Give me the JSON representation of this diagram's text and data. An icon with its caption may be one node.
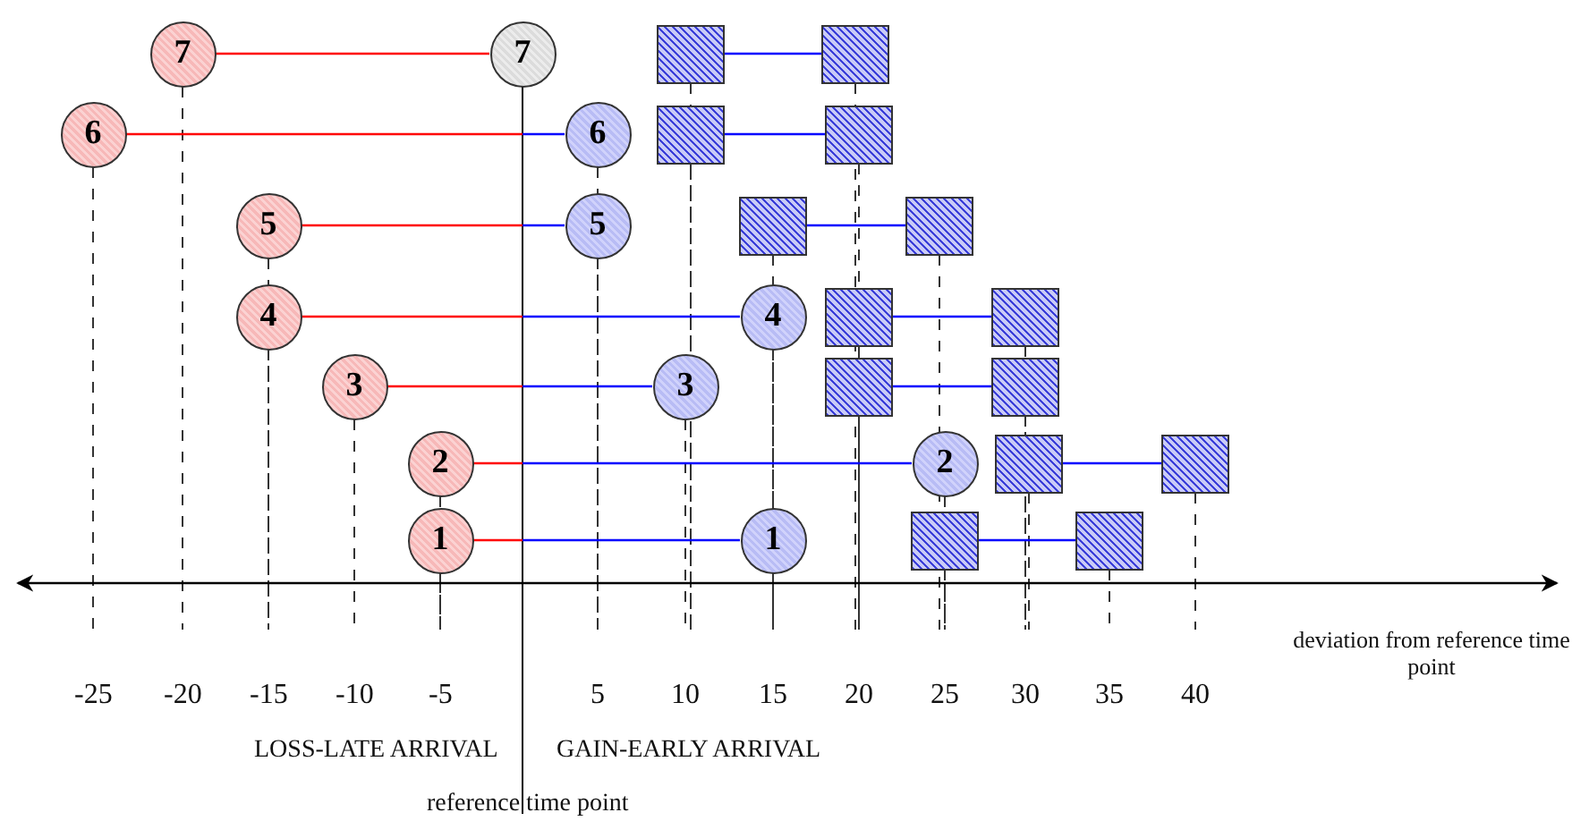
{
  "diagram": {
    "nodes": [
      {
        "text": [
          "7"
        ]
      },
      {
        "text": [
          "7"
        ]
      },
      {
        "text": [],
        "shape": "box"
      },
      {
        "text": [],
        "shape": "box"
      },
      {
        "text": [
          "6"
        ]
      },
      {
        "text": [
          "6"
        ]
      },
      {
        "text": [],
        "shape": "box"
      },
      {
        "text": [],
        "shape": "box"
      },
      {
        "text": [
          "5"
        ]
      },
      {
        "text": [
          "5"
        ]
      },
      {
        "text": [],
        "shape": "box"
      },
      {
        "text": [],
        "shape": "box"
      },
      {
        "text": [
          "4"
        ]
      },
      {
        "text": [
          "4"
        ]
      },
      {
        "text": [],
        "shape": "box"
      },
      {
        "text": [],
        "shape": "box"
      },
      {
        "text": [
          "3"
        ]
      },
      {
        "text": [
          "3"
        ]
      },
      {
        "text": [],
        "shape": "box"
      },
      {
        "text": [],
        "shape": "box"
      },
      {
        "text": [
          "2"
        ]
      },
      {
        "text": [
          "2"
        ]
      },
      {
        "text": [],
        "shape": "box"
      },
      {
        "text": [],
        "shape": "box"
      },
      {
        "text": [
          "1"
        ]
      },
      {
        "text": [
          "1"
        ]
      },
      {
        "text": [],
        "shape": "box"
      },
      {
        "text": [],
        "shape": "box"
      }
    ],
    "edges": [
      {
        "from": 0,
        "to": 1,
        "arrow": "none"
      },
      {
        "from": 2,
        "to": 3,
        "arrow": "none",
        "color": "#0000ff"
      },
      {
        "from": 4,
        "to": 5,
        "arrow": "none"
      },
      {
        "from": 6,
        "to": 7,
        "arrow": "none",
        "color": "#0000ff"
      },
      {
        "from": 8,
        "to": 9,
        "arrow": "none"
      },
      {
        "from": 10,
        "to": 11,
        "arrow": "none",
        "color": "#0000ff"
      },
      {
        "from": 12,
        "to": 13,
        "arrow": "none"
      },
      {
        "from": 14,
        "to": 15,
        "arrow": "none",
        "color": "#0000ff"
      },
      {
        "from": 16,
        "to": 17,
        "arrow": "none"
      },
      {
        "from": 18,
        "to": 19,
        "arrow": "none",
        "color": "#0000ff"
      },
      {
        "from": 20,
        "to": 21,
        "arrow": "none"
      },
      {
        "from": 22,
        "to": 23,
        "arrow": "none",
        "color": "#0000ff"
      },
      {
        "from": 24,
        "to": 25,
        "arrow": "none"
      },
      {
        "from": 26,
        "to": 27,
        "arrow": "none",
        "color": "#0000ff"
      }
    ],
    "labels": [
      "deviation from reference time point",
      "-25",
      "-20",
      "-15",
      "-10",
      "-5",
      "5",
      "10",
      "15",
      "20",
      "25",
      "30",
      "35",
      "40",
      "LOSS-LATE ARRIVAL",
      "GAIN-EARLY ARRIVAL",
      "reference time point"
    ]
  }
}
